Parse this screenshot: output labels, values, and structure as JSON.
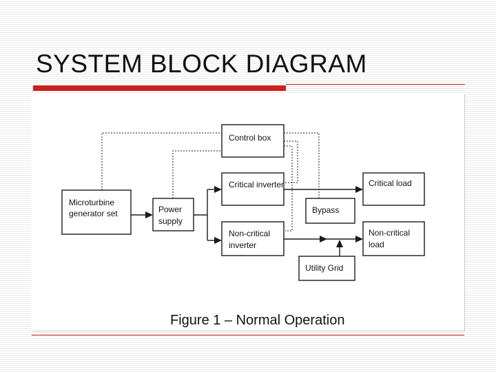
{
  "slide": {
    "title": "SYSTEM BLOCK DIAGRAM"
  },
  "diagram": {
    "boxes": {
      "microturbine": [
        "Microturbine",
        "generator set"
      ],
      "power_supply": [
        "Power",
        "supply"
      ],
      "control_box": [
        "Control box"
      ],
      "critical_inverter": [
        "Critical inverter"
      ],
      "noncritical_inverter": [
        "Non-critical",
        "inverter"
      ],
      "bypass": [
        "Bypass"
      ],
      "critical_load": [
        "Critical load"
      ],
      "noncritical_load": [
        "Non-critical",
        "load"
      ],
      "utility_grid": [
        "Utility Grid"
      ]
    },
    "caption": "Figure 1 – Normal Operation"
  },
  "colors": {
    "accent": "#cc1f1f",
    "line": "#1a1a1a"
  }
}
